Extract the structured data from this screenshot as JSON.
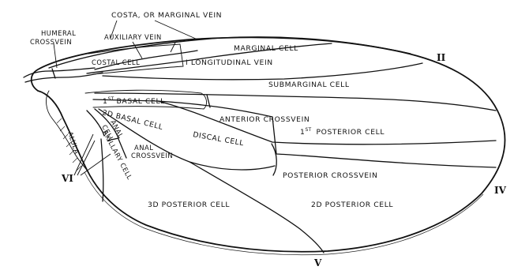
{
  "labels": {
    "costa": "COSTA, OR MARGINAL VEIN",
    "humeral_1": "HUMERAL",
    "humeral_2": "CROSSVEIN",
    "auxiliary_vein": "AUXILIARY VEIN",
    "marginal_cell": "MARGINAL CELL",
    "costal_cell": "COSTAL CELL",
    "first_longitudinal": "I LONGITUDINAL VEIN",
    "submarginal_cell": "SUBMARGINAL CELL",
    "first_basal_sup": "ST",
    "first_basal_num": "1",
    "first_basal": "BASAL CELL",
    "second_basal": "2D BASAL CELL",
    "anterior_crossvein": "ANTERIOR CROSSVEIN",
    "first_posterior_num": "1",
    "first_posterior_sup": "ST",
    "first_posterior": "POSTERIOR CELL",
    "discal_cell": "DISCAL CELL",
    "anal_cell_1": "ANAL",
    "anal_cell_2": "CELL",
    "anal_crossvein_1": "ANAL",
    "anal_crossvein_2": "CROSSVEIN",
    "alula": "ALULA",
    "axillary_cell": "AXILLARY CELL",
    "posterior_crossvein": "POSTERIOR CROSSVEIN",
    "third_posterior": "3D POSTERIOR CELL",
    "second_posterior": "2D POSTERIOR CELL",
    "vein_II": "II",
    "vein_IV": "IV",
    "vein_V": "V",
    "vein_VI": "VI"
  }
}
